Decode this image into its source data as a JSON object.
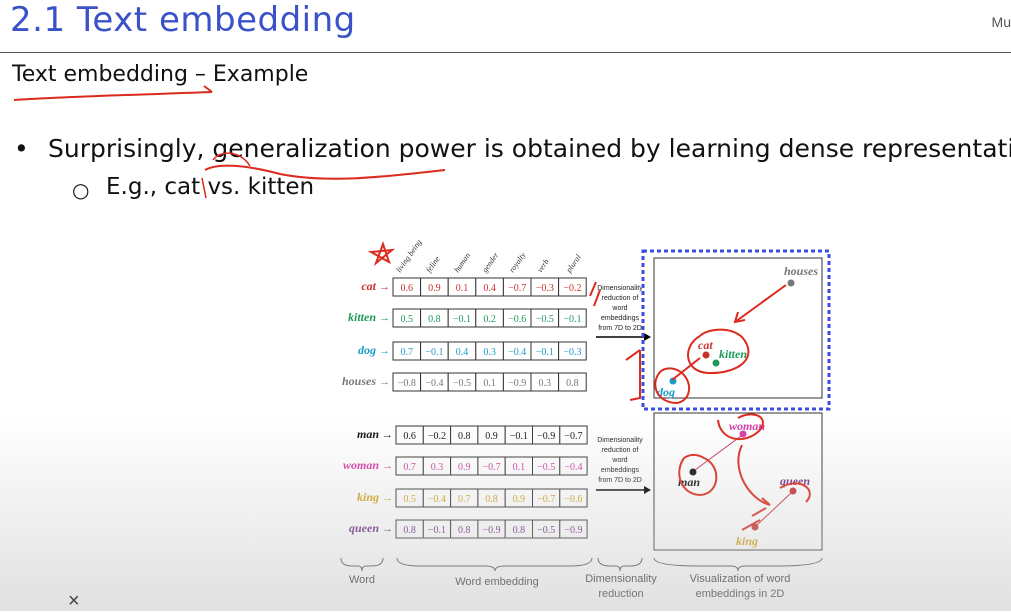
{
  "title": "2.1 Text embedding",
  "corner_text": "Mu",
  "subtitle": {
    "main": "Text embedding",
    "rest": " – Example"
  },
  "bullets": [
    {
      "text": "Surprisingly, generalization power is obtained by learning dense representation"
    },
    {
      "text": "E.g., cat vs. kitten"
    }
  ],
  "figure": {
    "dimensions": [
      "living being",
      "feline",
      "human",
      "gender",
      "royalty",
      "verb",
      "plural"
    ],
    "group1": [
      {
        "word": "cat",
        "color": "#c8322a",
        "values": [
          "0.6",
          "0.9",
          "0.1",
          "0.4",
          "−0.7",
          "−0.3",
          "−0.2"
        ]
      },
      {
        "word": "kitten",
        "color": "#1e9a5a",
        "values": [
          "0.5",
          "0.8",
          "−0.1",
          "0.2",
          "−0.6",
          "−0.5",
          "−0.1"
        ]
      },
      {
        "word": "dog",
        "color": "#1a9cc8",
        "values": [
          "0.7",
          "−0.1",
          "0.4",
          "0.3",
          "−0.4",
          "−0.1",
          "−0.3"
        ]
      },
      {
        "word": "houses",
        "color": "#777777",
        "values": [
          "−0.8",
          "−0.4",
          "−0.5",
          "0.1",
          "−0.9",
          "0.3",
          "0.8"
        ]
      }
    ],
    "group2": [
      {
        "word": "man",
        "color": "#111111",
        "values": [
          "0.6",
          "−0.2",
          "0.8",
          "0.9",
          "−0.1",
          "−0.9",
          "−0.7"
        ]
      },
      {
        "word": "woman",
        "color": "#d63aa8",
        "values": [
          "0.7",
          "0.3",
          "0.9",
          "−0.7",
          "0.1",
          "−0.5",
          "−0.4"
        ]
      },
      {
        "word": "king",
        "color": "#d4a21a",
        "values": [
          "0.5",
          "−0.4",
          "0.7",
          "0.8",
          "0.9",
          "−0.7",
          "−0.6"
        ]
      },
      {
        "word": "queen",
        "color": "#6a2a82",
        "values": [
          "0.8",
          "−0.1",
          "0.8",
          "−0.9",
          "0.8",
          "−0.5",
          "−0.9"
        ]
      }
    ],
    "reduction_note": [
      "Dimensionality",
      "reduction of",
      "word",
      "embeddings",
      "from 7D to 2D"
    ],
    "plot1_labels": {
      "houses": "houses",
      "cat": "cat",
      "kitten": "kitten",
      "dog": "dog"
    },
    "plot2_labels": {
      "woman": "woman",
      "man": "man",
      "queen": "queen",
      "king": "king"
    },
    "captions": {
      "word": "Word",
      "embedding": "Word embedding",
      "reduction": [
        "Dimensionality",
        "reduction"
      ],
      "visualization": [
        "Visualization of word",
        "embeddings  in 2D"
      ]
    }
  },
  "close_glyph": "×"
}
